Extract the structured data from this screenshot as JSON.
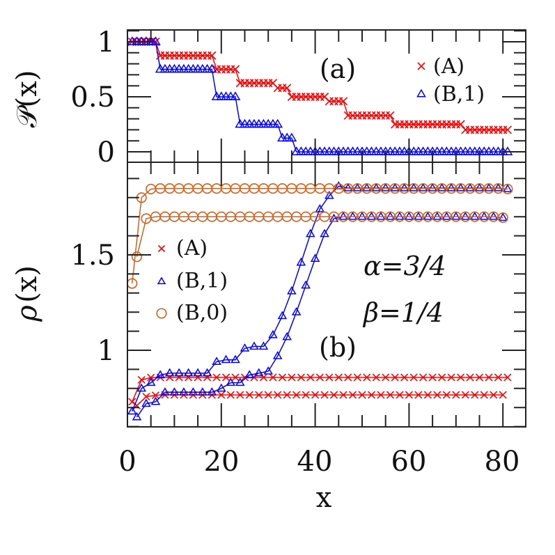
{
  "chart_data": [
    {
      "panel": "(a)",
      "type": "line",
      "title": "",
      "xlabel": "x",
      "ylabel": "𝒫(x)",
      "xlim": [
        0,
        85
      ],
      "ylim": [
        -0.095,
        1.1
      ],
      "xticks": [
        0,
        20,
        40,
        60,
        80
      ],
      "yticks": [
        0,
        0.5,
        1
      ],
      "ytick_labels": [
        "0",
        "0.5",
        "1"
      ],
      "grid": false,
      "legend_position": "upper right",
      "panel_label": "(a)",
      "series": [
        {
          "name": "(A)",
          "marker": "x",
          "color": "#ff0000",
          "x": [
            1,
            2,
            3,
            4,
            5,
            6,
            7,
            8,
            9,
            10,
            11,
            12,
            13,
            14,
            15,
            16,
            17,
            18,
            19,
            20,
            21,
            22,
            23,
            24,
            25,
            26,
            27,
            28,
            29,
            30,
            31,
            32,
            33,
            34,
            35,
            36,
            37,
            38,
            39,
            40,
            41,
            42,
            43,
            44,
            45,
            46,
            47,
            48,
            49,
            50,
            51,
            52,
            53,
            54,
            55,
            56,
            57,
            58,
            59,
            60,
            61,
            62,
            63,
            64,
            65,
            66,
            67,
            68,
            69,
            70,
            71,
            72,
            73,
            74,
            75,
            76,
            77,
            78,
            79,
            80,
            81
          ],
          "values": [
            1,
            1,
            1,
            1,
            1,
            1,
            0.875,
            0.875,
            0.875,
            0.875,
            0.875,
            0.875,
            0.875,
            0.875,
            0.875,
            0.875,
            0.875,
            0.875,
            0.75,
            0.75,
            0.75,
            0.75,
            0.75,
            0.625,
            0.625,
            0.625,
            0.625,
            0.625,
            0.625,
            0.625,
            0.625,
            0.58,
            0.58,
            0.58,
            0.5,
            0.5,
            0.5,
            0.5,
            0.5,
            0.5,
            0.5,
            0.5,
            0.46,
            0.46,
            0.46,
            0.46,
            0.33,
            0.33,
            0.33,
            0.33,
            0.33,
            0.33,
            0.33,
            0.33,
            0.33,
            0.33,
            0.25,
            0.25,
            0.25,
            0.25,
            0.25,
            0.25,
            0.25,
            0.25,
            0.25,
            0.25,
            0.25,
            0.25,
            0.25,
            0.25,
            0.25,
            0.2,
            0.2,
            0.2,
            0.2,
            0.2,
            0.2,
            0.2,
            0.2,
            0.2,
            0.2
          ]
        },
        {
          "name": "(B,1)",
          "marker": "triangle",
          "color": "#0000ff",
          "x": [
            1,
            2,
            3,
            4,
            5,
            6,
            7,
            8,
            9,
            10,
            11,
            12,
            13,
            14,
            15,
            16,
            17,
            18,
            19,
            20,
            21,
            22,
            23,
            24,
            25,
            26,
            27,
            28,
            29,
            30,
            31,
            32,
            33,
            34,
            35,
            36,
            37,
            38,
            39,
            40,
            41,
            42,
            43,
            44,
            45,
            46,
            47,
            48,
            49,
            50,
            51,
            52,
            53,
            54,
            55,
            56,
            57,
            58,
            59,
            60,
            61,
            62,
            63,
            64,
            65,
            66,
            67,
            68,
            69,
            70,
            71,
            72,
            73,
            74,
            75,
            76,
            77,
            78,
            79,
            80,
            81
          ],
          "values": [
            1,
            1,
            1,
            1,
            1,
            1,
            0.75,
            0.75,
            0.75,
            0.75,
            0.75,
            0.75,
            0.75,
            0.75,
            0.75,
            0.75,
            0.75,
            0.75,
            0.5,
            0.5,
            0.5,
            0.5,
            0.5,
            0.25,
            0.25,
            0.25,
            0.25,
            0.25,
            0.25,
            0.25,
            0.25,
            0.25,
            0.125,
            0.125,
            0.125,
            0,
            0,
            0,
            0,
            0,
            0,
            0,
            0,
            0,
            0,
            0,
            0,
            0,
            0,
            0,
            0,
            0,
            0,
            0,
            0,
            0,
            0,
            0,
            0,
            0,
            0,
            0,
            0,
            0,
            0,
            0,
            0,
            0,
            0,
            0,
            0,
            0,
            0,
            0,
            0,
            0,
            0,
            0,
            0,
            0,
            0
          ]
        }
      ]
    },
    {
      "panel": "(b)",
      "type": "line",
      "title": "",
      "xlabel": "x",
      "ylabel": "ρ(x)",
      "xlim": [
        0,
        85
      ],
      "ylim": [
        0.6,
        1.985
      ],
      "xticks": [
        0,
        20,
        40,
        60,
        80
      ],
      "yticks": [
        1,
        1.5
      ],
      "ytick_labels": [
        "1",
        "1.5"
      ],
      "grid": false,
      "legend_position": "center left",
      "panel_label": "(b)",
      "annotations": [
        "α=3/4",
        "β=1/4"
      ],
      "series": [
        {
          "name": "(A) upper",
          "legend": "(A)",
          "marker": "x",
          "color": "#ff0000",
          "x": [
            1,
            3,
            5,
            7,
            9,
            11,
            13,
            15,
            17,
            19,
            21,
            23,
            25,
            27,
            29,
            31,
            33,
            35,
            37,
            39,
            41,
            43,
            45,
            47,
            49,
            51,
            53,
            55,
            57,
            59,
            61,
            63,
            65,
            67,
            69,
            71,
            73,
            75,
            77,
            79,
            81
          ],
          "values": [
            0.73,
            0.845,
            0.857,
            0.858,
            0.858,
            0.858,
            0.858,
            0.858,
            0.858,
            0.858,
            0.858,
            0.858,
            0.858,
            0.858,
            0.858,
            0.858,
            0.858,
            0.858,
            0.858,
            0.858,
            0.858,
            0.858,
            0.858,
            0.858,
            0.858,
            0.858,
            0.858,
            0.858,
            0.858,
            0.858,
            0.858,
            0.858,
            0.858,
            0.858,
            0.858,
            0.858,
            0.858,
            0.858,
            0.858,
            0.858,
            0.858
          ]
        },
        {
          "name": "(A) lower",
          "legend": "(A)",
          "marker": "x",
          "color": "#ff0000",
          "x": [
            2,
            4,
            6,
            8,
            10,
            12,
            14,
            16,
            18,
            20,
            22,
            24,
            26,
            28,
            30,
            32,
            34,
            36,
            38,
            40,
            42,
            44,
            46,
            48,
            50,
            52,
            54,
            56,
            58,
            60,
            62,
            64,
            66,
            68,
            70,
            72,
            74,
            76,
            78,
            80
          ],
          "values": [
            0.71,
            0.757,
            0.764,
            0.766,
            0.766,
            0.766,
            0.766,
            0.766,
            0.766,
            0.766,
            0.766,
            0.766,
            0.766,
            0.766,
            0.766,
            0.766,
            0.766,
            0.766,
            0.766,
            0.766,
            0.766,
            0.766,
            0.766,
            0.766,
            0.766,
            0.766,
            0.766,
            0.766,
            0.766,
            0.766,
            0.766,
            0.766,
            0.766,
            0.766,
            0.766,
            0.766,
            0.766,
            0.766,
            0.766,
            0.766
          ]
        },
        {
          "name": "(B,1) upper",
          "legend": "(B,1)",
          "marker": "triangle",
          "color": "#0000ff",
          "x": [
            1,
            3,
            5,
            7,
            9,
            11,
            13,
            15,
            17,
            19,
            21,
            23,
            25,
            27,
            29,
            31,
            33,
            35,
            37,
            39,
            41,
            43,
            45,
            47,
            49,
            51,
            53,
            55,
            57,
            59,
            61,
            63,
            65,
            67,
            69,
            71,
            73,
            75,
            77,
            79,
            81
          ],
          "values": [
            0.68,
            0.8,
            0.83,
            0.87,
            0.88,
            0.88,
            0.88,
            0.88,
            0.88,
            0.94,
            0.95,
            0.95,
            1.01,
            1.02,
            1.02,
            1.08,
            1.18,
            1.31,
            1.46,
            1.61,
            1.74,
            1.81,
            1.86,
            1.85,
            1.85,
            1.85,
            1.85,
            1.85,
            1.85,
            1.85,
            1.85,
            1.85,
            1.85,
            1.85,
            1.85,
            1.85,
            1.85,
            1.85,
            1.85,
            1.85,
            1.845
          ]
        },
        {
          "name": "(B,1) lower",
          "legend": "(B,1)",
          "marker": "triangle",
          "color": "#0000ff",
          "x": [
            2,
            4,
            6,
            8,
            10,
            12,
            14,
            16,
            18,
            20,
            22,
            24,
            26,
            28,
            30,
            32,
            34,
            36,
            38,
            40,
            42,
            44,
            46,
            48,
            50,
            52,
            54,
            56,
            58,
            60,
            62,
            64,
            66,
            68,
            70,
            72,
            74,
            76,
            78,
            80
          ],
          "values": [
            0.65,
            0.72,
            0.73,
            0.78,
            0.78,
            0.78,
            0.78,
            0.78,
            0.78,
            0.8,
            0.83,
            0.83,
            0.87,
            0.88,
            0.89,
            0.97,
            1.07,
            1.2,
            1.34,
            1.48,
            1.61,
            1.69,
            1.7,
            1.7,
            1.7,
            1.7,
            1.7,
            1.7,
            1.7,
            1.7,
            1.7,
            1.7,
            1.7,
            1.7,
            1.7,
            1.7,
            1.7,
            1.7,
            1.7,
            1.695
          ]
        },
        {
          "name": "(B,0) upper",
          "legend": "(B,0)",
          "marker": "circle",
          "color": "#d2601a",
          "x": [
            1,
            3,
            5,
            7,
            9,
            11,
            13,
            15,
            17,
            19,
            21,
            23,
            25,
            27,
            29,
            31,
            33,
            35,
            37,
            39,
            41,
            43,
            45,
            47,
            49,
            51,
            53,
            55,
            57,
            59,
            61,
            63,
            65,
            67,
            69,
            71,
            73,
            75,
            77,
            79,
            81
          ],
          "values": [
            1.35,
            1.8,
            1.845,
            1.848,
            1.848,
            1.848,
            1.848,
            1.848,
            1.848,
            1.848,
            1.848,
            1.848,
            1.848,
            1.848,
            1.848,
            1.848,
            1.848,
            1.848,
            1.848,
            1.848,
            1.848,
            1.848,
            1.848,
            1.848,
            1.848,
            1.848,
            1.848,
            1.848,
            1.848,
            1.848,
            1.848,
            1.848,
            1.848,
            1.848,
            1.848,
            1.848,
            1.848,
            1.848,
            1.848,
            1.848,
            1.845
          ]
        },
        {
          "name": "(B,0) lower",
          "legend": "(B,0)",
          "marker": "circle",
          "color": "#d2601a",
          "x": [
            2,
            4,
            6,
            8,
            10,
            12,
            14,
            16,
            18,
            20,
            22,
            24,
            26,
            28,
            30,
            32,
            34,
            36,
            38,
            40,
            42,
            44,
            46,
            48,
            50,
            52,
            54,
            56,
            58,
            60,
            62,
            64,
            66,
            68,
            70,
            72,
            74,
            76,
            78,
            80
          ],
          "values": [
            1.49,
            1.69,
            1.7,
            1.7,
            1.7,
            1.7,
            1.7,
            1.7,
            1.7,
            1.7,
            1.7,
            1.7,
            1.7,
            1.7,
            1.7,
            1.7,
            1.7,
            1.7,
            1.7,
            1.7,
            1.7,
            1.7,
            1.7,
            1.7,
            1.7,
            1.7,
            1.7,
            1.7,
            1.7,
            1.7,
            1.7,
            1.7,
            1.7,
            1.7,
            1.7,
            1.7,
            1.7,
            1.7,
            1.7,
            1.695
          ]
        }
      ]
    }
  ],
  "labels": {
    "panel_a": "(a)",
    "panel_b": "(b)",
    "ylabel_top": "𝒫(x)",
    "ylabel_bottom_rho": "ρ",
    "ylabel_bottom_rest": "(x)",
    "xlabel": "x",
    "top_ticks": [
      "1",
      "0.5",
      "0"
    ],
    "bottom_ticks": [
      "1.5",
      "1"
    ],
    "x_ticks": [
      "0",
      "20",
      "40",
      "60",
      "80"
    ],
    "alpha": "α=3/4",
    "beta": "β=1/4"
  },
  "legend_top": [
    {
      "label": "(A)",
      "marker": "x",
      "color": "#ff0000"
    },
    {
      "label": "(B,1)",
      "marker": "triangle",
      "color": "#0000ff"
    }
  ],
  "legend_bottom": [
    {
      "label": "(A)",
      "marker": "x",
      "color": "#ff0000"
    },
    {
      "label": "(B,1)",
      "marker": "triangle",
      "color": "#0000ff"
    },
    {
      "label": "(B,0)",
      "marker": "circle",
      "color": "#d2601a"
    }
  ]
}
